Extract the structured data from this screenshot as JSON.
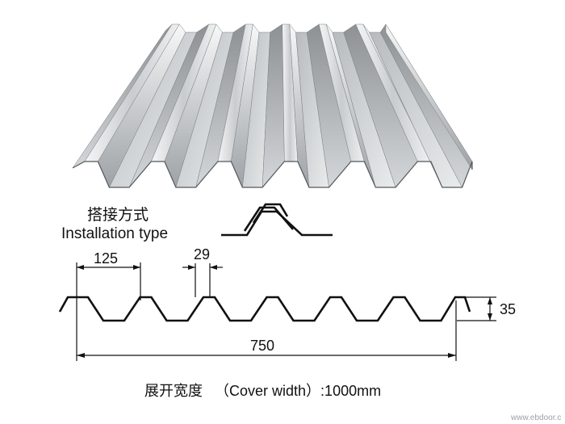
{
  "install": {
    "title_cn": "搭接方式",
    "title_en": "Installation type"
  },
  "dims": {
    "pitch": "125",
    "rib_top": "29",
    "height": "35",
    "span": "750"
  },
  "caption": {
    "cn": "展开宽度",
    "en": "（Cover width）:1000mm"
  },
  "watermark": "www.ebdoor.c",
  "colors": {
    "line": "#111111",
    "metal_light": "#e6e8ea",
    "metal_dark": "#6f7377"
  }
}
